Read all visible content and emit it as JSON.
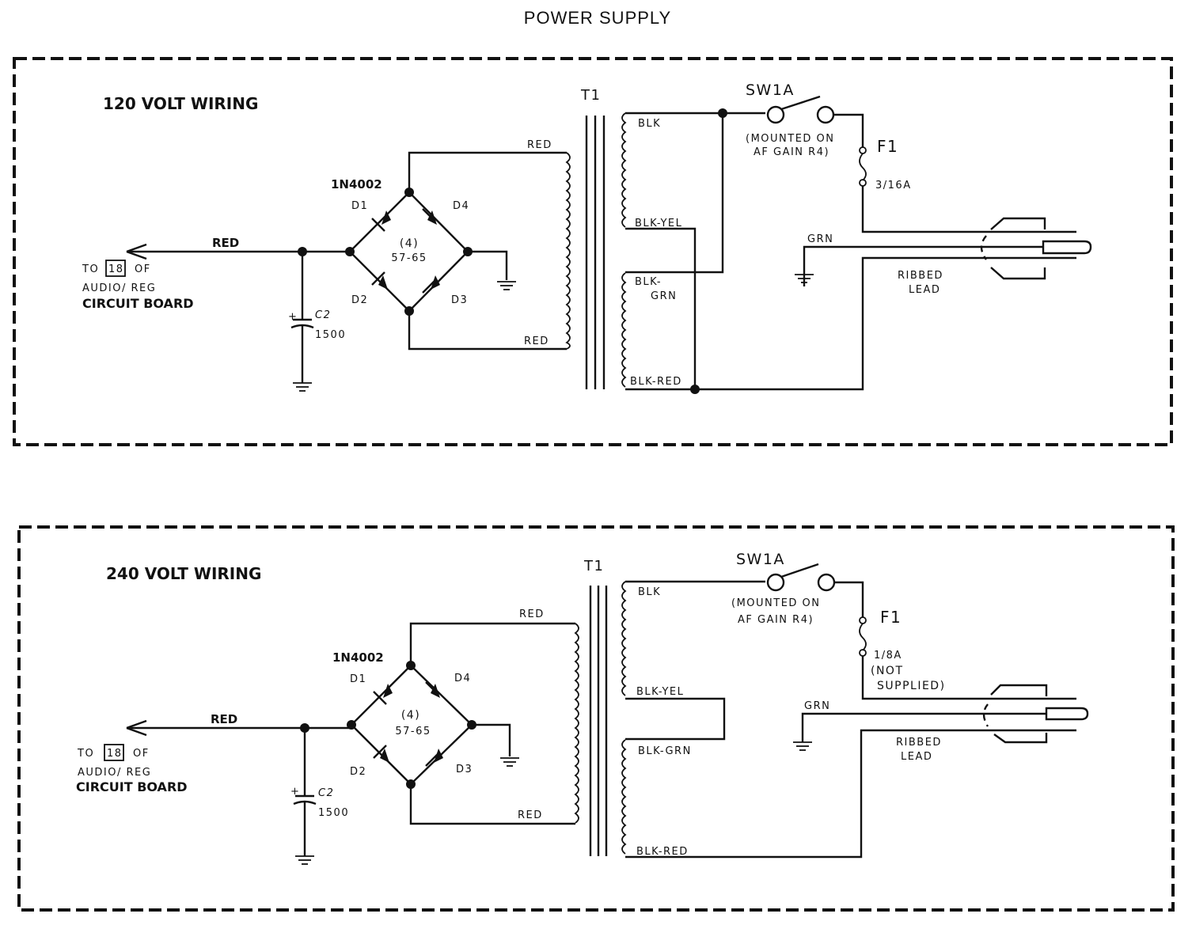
{
  "title": "POWER SUPPLY",
  "panels": [
    {
      "id": "120v",
      "heading": "120 VOLT WIRING",
      "output": {
        "wire_label": "RED",
        "to_prefix": "TO",
        "pin": "18",
        "of": "OF",
        "board_line1": "AUDIO/ REG",
        "board_line2": "CIRCUIT BOARD"
      },
      "bridge": {
        "part": "1N4002",
        "count": "(4)",
        "part_no": "57-65",
        "diodes": [
          "D1",
          "D2",
          "D3",
          "D4"
        ]
      },
      "capacitor": {
        "ref": "C2",
        "value": "1500",
        "polarity": "+"
      },
      "secondary": {
        "top_label": "RED",
        "bottom_label": "RED"
      },
      "transformer": {
        "ref": "T1",
        "taps": [
          "BLK",
          "BLK-YEL",
          "BLK-",
          "GRN",
          "BLK-RED"
        ]
      },
      "switch": {
        "ref": "SW1A",
        "note_line1": "(MOUNTED ON",
        "note_line2": "AF GAIN R4)"
      },
      "fuse": {
        "ref": "F1",
        "rating": "3/16A",
        "note": []
      },
      "plug": {
        "ground_label": "GRN",
        "lead_line1": "RIBBED",
        "lead_line2": "LEAD"
      }
    },
    {
      "id": "240v",
      "heading": "240 VOLT WIRING",
      "output": {
        "wire_label": "RED",
        "to_prefix": "TO",
        "pin": "18",
        "of": "OF",
        "board_line1": "AUDIO/ REG",
        "board_line2": "CIRCUIT BOARD"
      },
      "bridge": {
        "part": "1N4002",
        "count": "(4)",
        "part_no": "57-65",
        "diodes": [
          "D1",
          "D2",
          "D3",
          "D4"
        ]
      },
      "capacitor": {
        "ref": "C2",
        "value": "1500",
        "polarity": "+"
      },
      "secondary": {
        "top_label": "RED",
        "bottom_label": "RED"
      },
      "transformer": {
        "ref": "T1",
        "taps": [
          "BLK",
          "BLK-YEL",
          "BLK-GRN",
          "",
          "BLK-RED"
        ]
      },
      "switch": {
        "ref": "SW1A",
        "note_line1": "(MOUNTED ON",
        "note_line2": "AF GAIN R4)"
      },
      "fuse": {
        "ref": "F1",
        "rating": "1/8A",
        "note": [
          "(NOT",
          "SUPPLIED)"
        ]
      },
      "plug": {
        "ground_label": "GRN",
        "lead_line1": "RIBBED",
        "lead_line2": "LEAD"
      }
    }
  ]
}
